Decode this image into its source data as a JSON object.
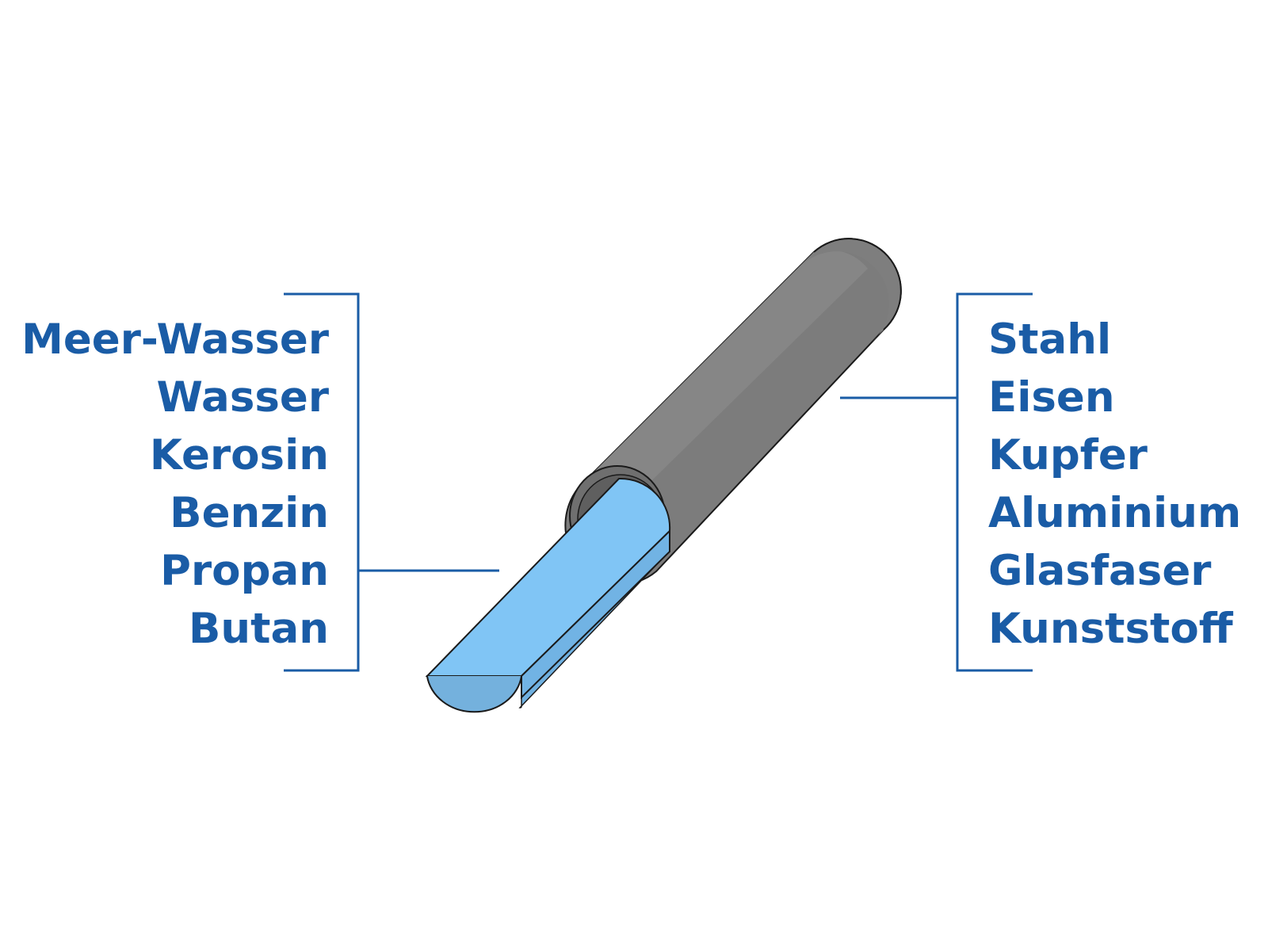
{
  "colors": {
    "label_text": "#1a5ca6",
    "bracket_line": "#1a5ca6",
    "pipe_dark": "#6e6e6e",
    "pipe_light": "#858585",
    "fluid_light": "#7fc4f4",
    "fluid_dark": "#6fb0e0",
    "outline": "#1a1a1a",
    "background": "#ffffff"
  },
  "fluids": {
    "items": [
      {
        "label": "Meer-Wasser"
      },
      {
        "label": "Wasser"
      },
      {
        "label": "Kerosin"
      },
      {
        "label": "Benzin"
      },
      {
        "label": "Propan"
      },
      {
        "label": "Butan"
      }
    ]
  },
  "pipe_materials": {
    "items": [
      {
        "label": "Stahl"
      },
      {
        "label": "Eisen"
      },
      {
        "label": "Kupfer"
      },
      {
        "label": "Aluminium"
      },
      {
        "label": "Glasfaser"
      },
      {
        "label": "Kunststoff"
      }
    ]
  }
}
